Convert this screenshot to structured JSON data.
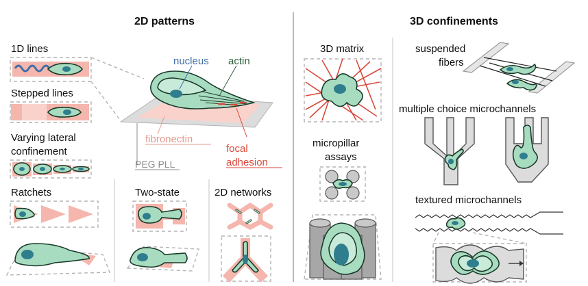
{
  "headers": {
    "patterns_2d": "2D patterns",
    "confinements_3d": "3D confinements"
  },
  "labels_2d": {
    "lines_1d": "1D lines",
    "stepped_lines": "Stepped lines",
    "varying_lateral_line1": "Varying lateral",
    "varying_lateral_line2": "confinement",
    "ratchets": "Ratchets",
    "two_state": "Two-state",
    "networks_2d": "2D networks"
  },
  "cell_annotations": {
    "nucleus": "nucleus",
    "actin": "actin",
    "fibronectin": "fibronectin",
    "focal_adhesion_line1": "focal",
    "focal_adhesion_line2": "adhesion",
    "peg_pll": "PEG PLL"
  },
  "labels_3d": {
    "matrix_3d": "3D matrix",
    "micropillar_line1": "micropillar",
    "micropillar_line2": "assays",
    "suspended_line1": "suspended",
    "suspended_line2": "fibers",
    "multiple_choice": "multiple choice microchannels",
    "textured": "textured microchannels"
  },
  "colors": {
    "cell_fill": "#a8dcc0",
    "nucleus": "#2f7e8e",
    "pattern_pink": "#f4b6ad",
    "fibronectin_text": "#e69a8f",
    "focal_adhesion_text": "#d9493a",
    "nucleus_text": "#3f6fa8",
    "actin_text": "#2e5d3b",
    "peg_text": "#8c8c8c"
  }
}
